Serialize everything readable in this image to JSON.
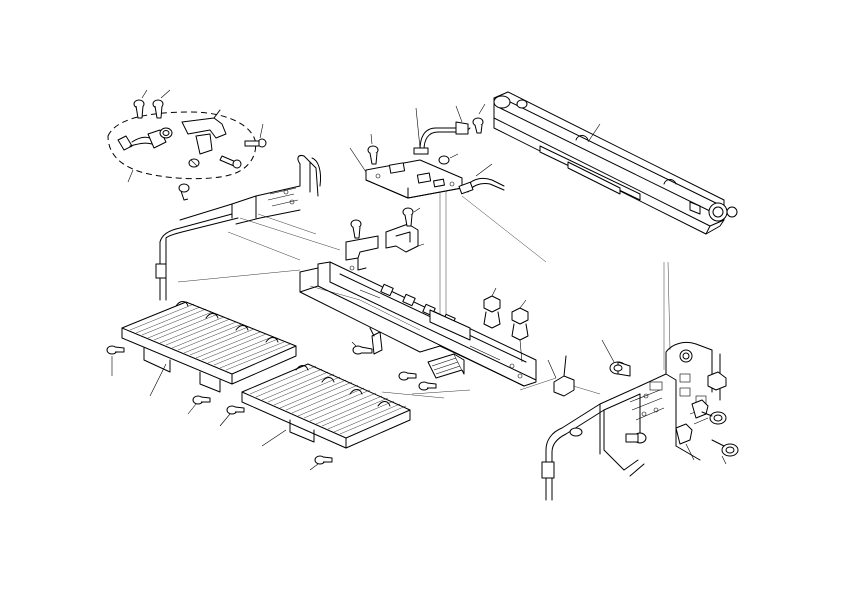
{
  "diagram": {
    "background": "#ffffff",
    "ink": "#000000",
    "parts": [
      "screw",
      "screw",
      "screw",
      "screw",
      "screw",
      "screw",
      "screw",
      "screw",
      "screw",
      "screw",
      "screw",
      "screw",
      "screw",
      "screw",
      "sensor-bracket-assembly",
      "harness-connector",
      "circuit-board",
      "cable",
      "cable",
      "bracket",
      "bracket",
      "frame-rail",
      "tray-guide",
      "tray-guide",
      "transfer-unit",
      "side-frame",
      "side-frame",
      "clip",
      "clip",
      "clip",
      "clip",
      "clip",
      "clip",
      "ring-clip",
      "ring-clip",
      "bushing",
      "bushing",
      "spring-plate"
    ]
  }
}
